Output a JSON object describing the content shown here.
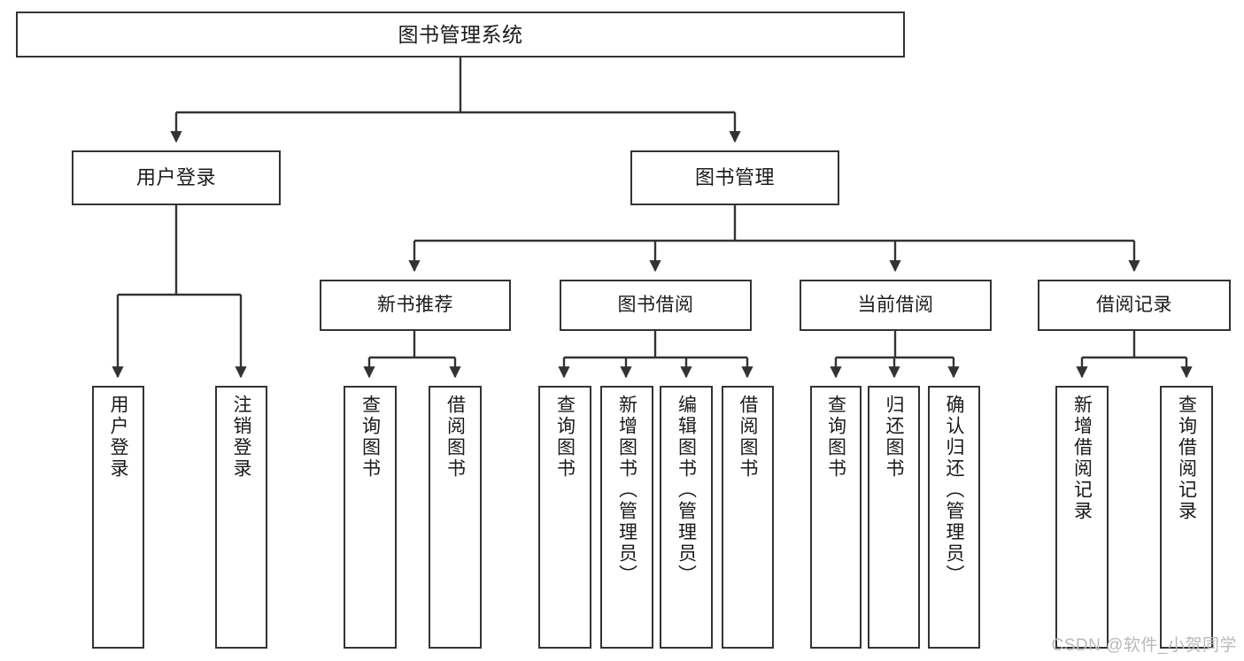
{
  "diagram": {
    "title": "图书管理系统",
    "type": "tree",
    "root": {
      "label": "图书管理系统"
    },
    "level1": [
      {
        "label": "用户登录"
      },
      {
        "label": "图书管理"
      }
    ],
    "level2": [
      {
        "label": "新书推荐"
      },
      {
        "label": "图书借阅"
      },
      {
        "label": "当前借阅"
      },
      {
        "label": "借阅记录"
      }
    ],
    "leaves": [
      {
        "label": "用户登录"
      },
      {
        "label": "注销登录"
      },
      {
        "label": "查询图书"
      },
      {
        "label": "借阅图书"
      },
      {
        "label": "查询图书"
      },
      {
        "label": "新增图书（管理员）"
      },
      {
        "label": "编辑图书（管理员）"
      },
      {
        "label": "借阅图书"
      },
      {
        "label": "查询图书"
      },
      {
        "label": "归还图书"
      },
      {
        "label": "确认归还（管理员）"
      },
      {
        "label": "新增借阅记录"
      },
      {
        "label": "查询借阅记录"
      }
    ]
  },
  "watermark": {
    "text": "CSDN @软件_小贺同学"
  },
  "colors": {
    "box_border": "#333333",
    "box_fill": "#ffffff",
    "line": "#333333",
    "text": "#1a1a1a",
    "watermark": "#b9b9b9"
  }
}
